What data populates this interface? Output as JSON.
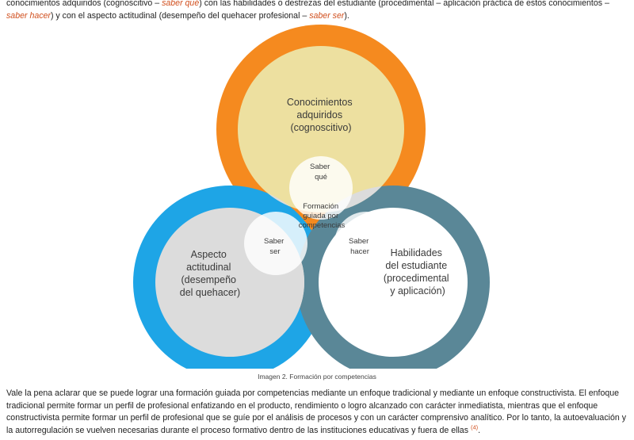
{
  "intro": {
    "t1": "conocimientos adquiridos (cognoscitivo – ",
    "e1": "saber qué",
    "t2": ") con las habilidades o destrezas del estudiante (procedimental – aplicación práctica de estos conocimientos – ",
    "e2": "saber hacer",
    "t3": ") y con el aspecto actitudinal (desempeño del quehacer profesional – ",
    "e3": "saber ser",
    "t4": ")."
  },
  "diagram": {
    "top_circle": [
      "Conocimientos",
      "adquiridos",
      "(cognoscitivo)"
    ],
    "left_circle": [
      "Aspecto",
      "actitudinal",
      "(desempeño",
      "del quehacer)"
    ],
    "right_circle": [
      "Habilidades",
      "del estudiante",
      "(procedimental",
      "y aplicación)"
    ],
    "overlap_top": [
      "Saber",
      "qué"
    ],
    "overlap_left": [
      "Saber",
      "ser"
    ],
    "overlap_right": [
      "Saber",
      "hacer"
    ],
    "center": [
      "Formación",
      "guiada por",
      "competencias"
    ],
    "colors": {
      "orange": "#f58a1f",
      "blue": "#1ea5e6",
      "teal": "#5a8797",
      "cream": "#ede0a0",
      "gray": "#dcdcdc",
      "white": "#ffffff"
    }
  },
  "caption": "Imagen 2. Formación por competencias",
  "paragraph": {
    "text": "Vale la pena aclarar que se puede lograr una formación guiada por competencias mediante un enfoque tradicional y mediante un enfoque constructivista. El enfoque tradicional permite formar un perfil de profesional enfatizando en el producto, rendimiento o logro alcanzado con carácter inmediatista, mientras que el enfoque constructivista permite formar un perfil de profesional que se guíe por el análisis de procesos y con un carácter comprensivo analítico. Por lo tanto, la autoevaluación y la autorregulación se vuelven necesarias durante el proceso formativo dentro de las instituciones educativas y fuera de ellas",
    "ref": "(4)",
    "end": "."
  }
}
